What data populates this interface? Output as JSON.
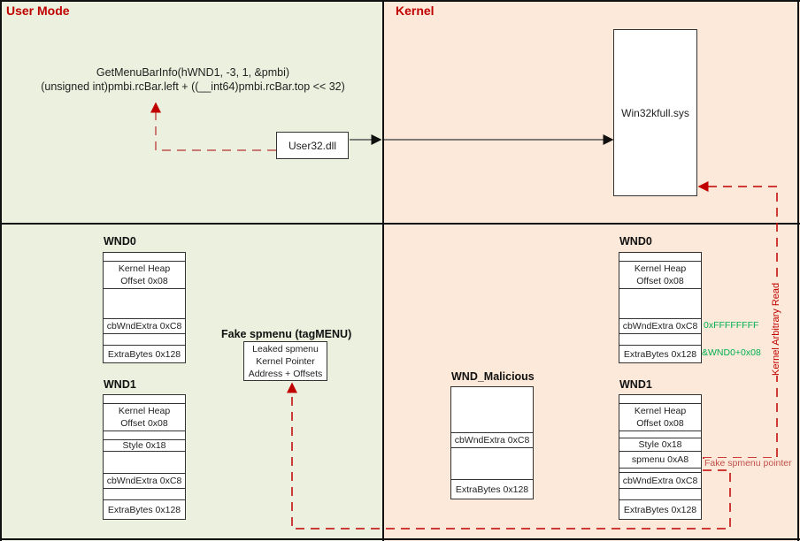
{
  "diagram": {
    "regions": {
      "user_mode": {
        "title": "User Mode",
        "color": "#ebf1de"
      },
      "kernel": {
        "title": "Kernel",
        "color": "#fde9d9"
      }
    },
    "title_color": "#c00000",
    "call": {
      "line1": "GetMenuBarInfo(hWND1, -3, 1, &pmbi)",
      "line2": "(unsigned int)pmbi.rcBar.left + ((__int64)pmbi.rcBar.top << 32)"
    },
    "user32_label": "User32.dll",
    "win32k_label": "Win32kfull.sys",
    "user_wnd0": {
      "title": "WND0",
      "cells": [
        "",
        "Kernel Heap\nOffset 0x08",
        "",
        "cbWndExtra 0xC8",
        "",
        "ExtraBytes 0x128"
      ]
    },
    "user_wnd1": {
      "title": "WND1",
      "cells": [
        "",
        "Kernel Heap\nOffset 0x08",
        "",
        "Style 0x18",
        "",
        "cbWndExtra 0xC8",
        "",
        "ExtraBytes 0x128"
      ]
    },
    "fake_spmenu": {
      "title": "Fake spmenu (tagMENU)",
      "lines": [
        "Leaked spmenu",
        "Kernel Pointer",
        "Address + Offsets"
      ]
    },
    "kern_wnd0": {
      "title": "WND0",
      "cells": [
        "",
        "Kernel Heap\nOffset 0x08",
        "",
        "cbWndExtra 0xC8",
        "",
        "ExtraBytes 0x128"
      ],
      "annotations": {
        "cbWndExtra": "0xFFFFFFFF",
        "extraBytes": "&WND0+0x08"
      }
    },
    "wnd_malicious": {
      "title": "WND_Malicious",
      "cells": [
        "",
        "cbWndExtra 0xC8",
        "",
        "ExtraBytes 0x128"
      ]
    },
    "kern_wnd1": {
      "title": "WND1",
      "cells": [
        "",
        "Kernel Heap\nOffset 0x08",
        "",
        "Style 0x18",
        "spmenu 0xA8",
        "",
        "cbWndExtra 0xC8",
        "",
        "ExtraBytes 0x128"
      ]
    },
    "labels": {
      "fake_pointer": "Fake spmenu pointer",
      "arbitrary_read": "Kernel Arbitrary Read"
    },
    "annotation_green": "#00b050",
    "arrow_red": "#c00000"
  }
}
